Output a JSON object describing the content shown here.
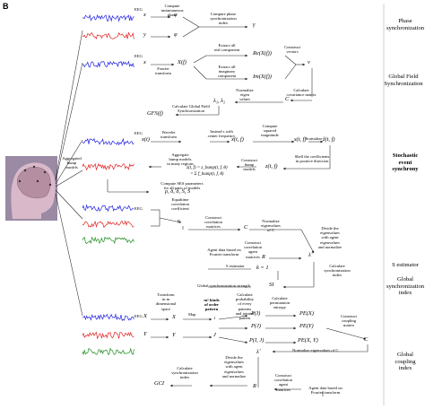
{
  "panel_label": "B",
  "section_titles": {
    "phase": "Phase\nsynchronization",
    "gfs": "Global Field\nSynchronization",
    "ses": "Stochastic\nevent\nsynchrony",
    "s_estimator": "S estimator",
    "gsi": "Global\nsynchronization\nindex",
    "gci": "Global\ncoupling\nindex"
  },
  "phase": {
    "eeg": "EEG",
    "x": "x",
    "y": "y",
    "step1": "Compute\ninstantaneous\nphase",
    "phi_x": "φ",
    "phi_y": "φ",
    "step2": "Compute phase\nsynchronization\nindex",
    "gamma": "γ"
  },
  "gfs": {
    "eeg": "EEG",
    "x": "x",
    "fourier": "Fourier\ntransform",
    "X": "X(f)",
    "real": "Extract all\nreal component",
    "imag": "Extract all\nimaginary\ncomponent",
    "re": "Re(X(f))",
    "im": "Im(X(f))",
    "vectors": "Construct\nvectors",
    "vf": "v",
    "normalize": "Normalize\neigen\nvalues",
    "cov": "Calculate\ncovariance matrix",
    "C": "C",
    "lambda": "λ₁, λ₂",
    "calc": "Calculate Global Field\nSynchronization",
    "out": "GFS(f)"
  },
  "ses": {
    "eeg": "EEG",
    "x": "x(t)",
    "wavelet": "Wavelet\ntransform",
    "scale": "Instead s with\ncenter frequency",
    "xt": "x(t, f)",
    "sq": "Compute\nsquared\nmagnitude",
    "s": "s(t, f)",
    "norm": "Normalize",
    "z": "z̃(t, f)",
    "agg": "Aggregated\nbump\nmodels",
    "agg2": "Aggregate\nbump models\nin many regions",
    "formula": "z(t, f) = z_bump(t, f, θ)\n= Σ f_bump(t, f, θ)",
    "construct": "Construct\nbump\nmodels",
    "shell": "Shell the coefficients\nin positive direction",
    "zt": "z(t, f)",
    "params": "Compute SES parameters\nfor all pairs of models",
    "result": "ρ, δ, δ, S, S"
  },
  "sest": {
    "eeg": "EEG",
    "equal": "Equaltime\ncorrelation\ncoefficient",
    "r": "r",
    "corr": "Construct\ncorrelation\nmatrices",
    "C": "C",
    "normeig": "Normalize\neigenvalues\nof C",
    "divide": "Divide the\neigenvalues\nwith agent\neigenvalues\nand normalize",
    "lam": "λ̂",
    "agent": "Agent data based on\nFourier transform",
    "agentcorr": "Construct\ncorrelation\nagent\nmatrices",
    "R": "R",
    "calc": "Calculate\nsynchronization\nindex",
    "s_est": "S estimator",
    "k": "k = 1",
    "glob": "Global synchronization strength",
    "si": "SI"
  },
  "gci": {
    "eeg": "EEG",
    "X": "X",
    "Y": "Y",
    "transform": "Transform\nin m\ndimensional\nspace",
    "map": "Map",
    "xvar": "X",
    "yvar": "Y",
    "kinds": "m! kinds\nof order\npattern",
    "one": "1",
    "J": "J",
    "prob": "Calculate\nprobability\nof every\npatterns\nand jointed\npattern",
    "p1": "P(I)",
    "p2": "P(J)",
    "p3": "P(I, J)",
    "perm": "Calculate\npermutation\nentropy",
    "pe1": "PE(X)",
    "pe2": "PE(Y)",
    "pe3": "PE(X, Y)",
    "coupling": "Construct\ncoupling\nmatrix",
    "C": "C",
    "normeig": "Normalize eigenvalues of C",
    "lam": "λ̂",
    "divide": "Divide the\neigenvalues\nwith agent\neigenvalues\nand normalize",
    "calc": "Calculate\nsynchronization\nindex",
    "out": "GCI",
    "agentcorr": "Construct\ncorrelation\nagent\nmatrices",
    "R": "R",
    "agent": "Agent data based on\nFourier transform"
  },
  "colors": {
    "blue": "#1f1fe0",
    "red": "#e01f1f",
    "green": "#1e8a1e",
    "skin": "#c9a7b7",
    "line": "#222222"
  }
}
